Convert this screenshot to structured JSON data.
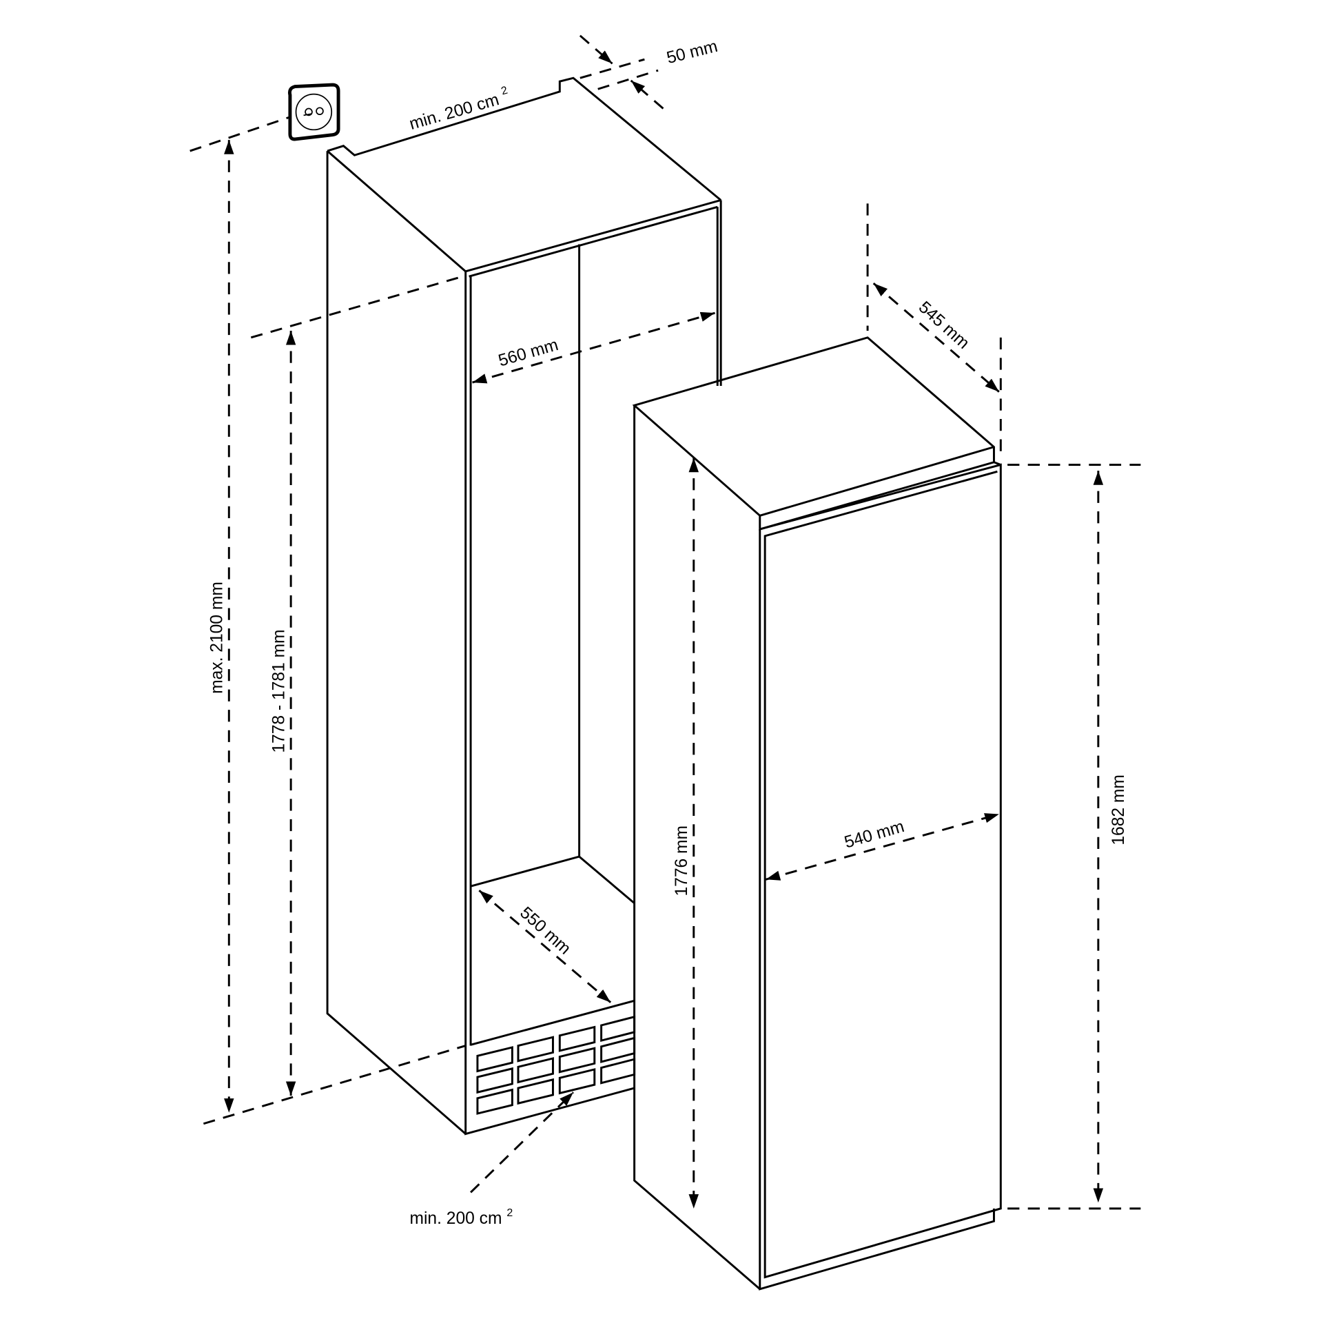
{
  "diagram": {
    "title": "Built-in refrigerator installation dimensions",
    "colors": {
      "line": "#000000",
      "background": "#ffffff"
    },
    "labels": {
      "top_vent": "min. 200 cm",
      "top_vent_sup": "2",
      "top_gap": "50 mm",
      "niche_width": "560 mm",
      "niche_depth": "550 mm",
      "max_height": "max. 2100 mm",
      "niche_height": "1778 - 1781 mm",
      "bottom_vent": "min. 200 cm",
      "bottom_vent_sup": "2",
      "appliance_depth": "545 mm",
      "appliance_height": "1776 mm",
      "appliance_width": "540 mm",
      "door_height": "1682 mm"
    },
    "icons": {
      "socket": "power-socket-icon"
    }
  }
}
